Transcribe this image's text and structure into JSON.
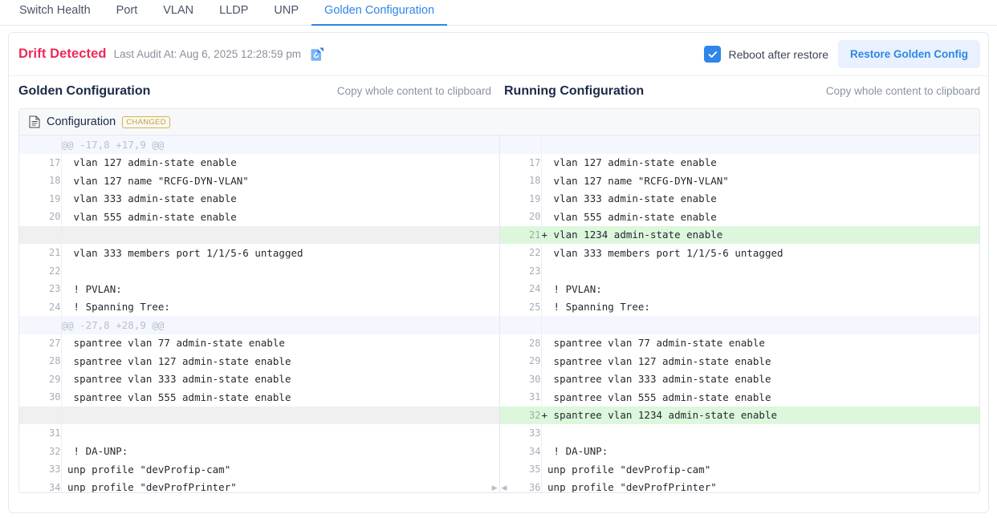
{
  "tabs": [
    {
      "label": "Switch Health",
      "active": false
    },
    {
      "label": "Port",
      "active": false
    },
    {
      "label": "VLAN",
      "active": false
    },
    {
      "label": "LLDP",
      "active": false
    },
    {
      "label": "UNP",
      "active": false
    },
    {
      "label": "Golden Configuration",
      "active": true
    }
  ],
  "status": {
    "drift_label": "Drift Detected",
    "audit_text": "Last Audit At: Aug 6, 2025 12:28:59 pm",
    "sync_icon": "file-refresh-icon",
    "reboot_label": "Reboot after restore",
    "reboot_checked": true,
    "restore_button": "Restore Golden Config",
    "drift_color": "#f0285a",
    "accent_color": "#2f86e8"
  },
  "panels": {
    "left": {
      "title": "Golden Configuration",
      "copy_label": "Copy whole content to clipboard"
    },
    "right": {
      "title": "Running Configuration",
      "copy_label": "Copy whole content to clipboard"
    }
  },
  "file_header": {
    "icon": "document-icon",
    "name": "Configuration",
    "badge": "CHANGED",
    "badge_color": "#c9a227"
  },
  "split_handle": {
    "right_arrow": "▶",
    "left_arrow": "◀"
  },
  "diff_rows": [
    {
      "type": "hunk",
      "left_ln": "",
      "left_code": "@@ -17,8 +17,9 @@",
      "right_ln": "",
      "right_code": ""
    },
    {
      "type": "ctx",
      "left_ln": "17",
      "left_code": "  vlan 127 admin-state enable",
      "right_ln": "17",
      "right_code": "  vlan 127 admin-state enable"
    },
    {
      "type": "ctx",
      "left_ln": "18",
      "left_code": "  vlan 127 name \"RCFG-DYN-VLAN\"",
      "right_ln": "18",
      "right_code": "  vlan 127 name \"RCFG-DYN-VLAN\""
    },
    {
      "type": "ctx",
      "left_ln": "19",
      "left_code": "  vlan 333 admin-state enable",
      "right_ln": "19",
      "right_code": "  vlan 333 admin-state enable"
    },
    {
      "type": "ctx",
      "left_ln": "20",
      "left_code": "  vlan 555 admin-state enable",
      "right_ln": "20",
      "right_code": "  vlan 555 admin-state enable"
    },
    {
      "type": "add",
      "left_ln": "",
      "left_code": "",
      "right_ln": "21",
      "right_code": "+ vlan 1234 admin-state enable"
    },
    {
      "type": "ctx",
      "left_ln": "21",
      "left_code": "  vlan 333 members port 1/1/5-6 untagged",
      "right_ln": "22",
      "right_code": "  vlan 333 members port 1/1/5-6 untagged"
    },
    {
      "type": "ctx",
      "left_ln": "22",
      "left_code": "",
      "right_ln": "23",
      "right_code": ""
    },
    {
      "type": "ctx",
      "left_ln": "23",
      "left_code": "  ! PVLAN:",
      "right_ln": "24",
      "right_code": "  ! PVLAN:"
    },
    {
      "type": "ctx",
      "left_ln": "24",
      "left_code": "  ! Spanning Tree:",
      "right_ln": "25",
      "right_code": "  ! Spanning Tree:"
    },
    {
      "type": "hunk",
      "left_ln": "",
      "left_code": "@@ -27,8 +28,9 @@",
      "right_ln": "",
      "right_code": ""
    },
    {
      "type": "ctx",
      "left_ln": "27",
      "left_code": "  spantree vlan 77 admin-state enable",
      "right_ln": "28",
      "right_code": "  spantree vlan 77 admin-state enable"
    },
    {
      "type": "ctx",
      "left_ln": "28",
      "left_code": "  spantree vlan 127 admin-state enable",
      "right_ln": "29",
      "right_code": "  spantree vlan 127 admin-state enable"
    },
    {
      "type": "ctx",
      "left_ln": "29",
      "left_code": "  spantree vlan 333 admin-state enable",
      "right_ln": "30",
      "right_code": "  spantree vlan 333 admin-state enable"
    },
    {
      "type": "ctx",
      "left_ln": "30",
      "left_code": "  spantree vlan 555 admin-state enable",
      "right_ln": "31",
      "right_code": "  spantree vlan 555 admin-state enable"
    },
    {
      "type": "add",
      "left_ln": "",
      "left_code": "",
      "right_ln": "32",
      "right_code": "+ spantree vlan 1234 admin-state enable"
    },
    {
      "type": "ctx",
      "left_ln": "31",
      "left_code": "",
      "right_ln": "33",
      "right_code": ""
    },
    {
      "type": "ctx",
      "left_ln": "32",
      "left_code": "  ! DA-UNP:",
      "right_ln": "34",
      "right_code": "  ! DA-UNP:"
    },
    {
      "type": "ctx",
      "left_ln": "33",
      "left_code": " unp profile \"devProfip-cam\"",
      "right_ln": "35",
      "right_code": " unp profile \"devProfip-cam\""
    },
    {
      "type": "ctx",
      "left_ln": "34",
      "left_code": " unp profile \"devProfPrinter\"",
      "right_ln": "36",
      "right_code": " unp profile \"devProfPrinter\""
    }
  ]
}
